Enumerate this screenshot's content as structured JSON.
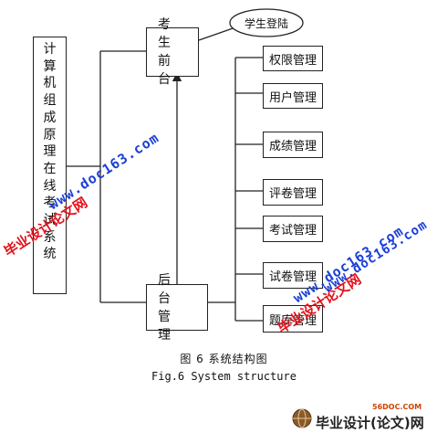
{
  "system_box": {
    "chars": [
      "计",
      "算",
      "机",
      "组",
      "成",
      "原",
      "理",
      "在",
      "线",
      "考",
      "试",
      "系",
      "统"
    ]
  },
  "front_desk": {
    "line1": "考 生",
    "line2": "前 台"
  },
  "student_login": "学生登陆",
  "backend": {
    "line1": "后 台",
    "line2": "管 理"
  },
  "modules": [
    "权限管理",
    "用户管理",
    "成绩管理",
    "评卷管理",
    "考试管理",
    "试卷管理",
    "题库管理"
  ],
  "caption": {
    "zh": "图 6  系统结构图",
    "en": "Fig.6  System structure"
  },
  "watermarks": {
    "url": "www.doc163.com",
    "site_name": "毕业设计论文网"
  },
  "logo": {
    "small": "56DOC.COM",
    "text": "毕业设计(论文)网"
  },
  "colors": {
    "line": "#222222",
    "watermark_blue": "#1a3fd6",
    "watermark_red": "#e0121b"
  }
}
